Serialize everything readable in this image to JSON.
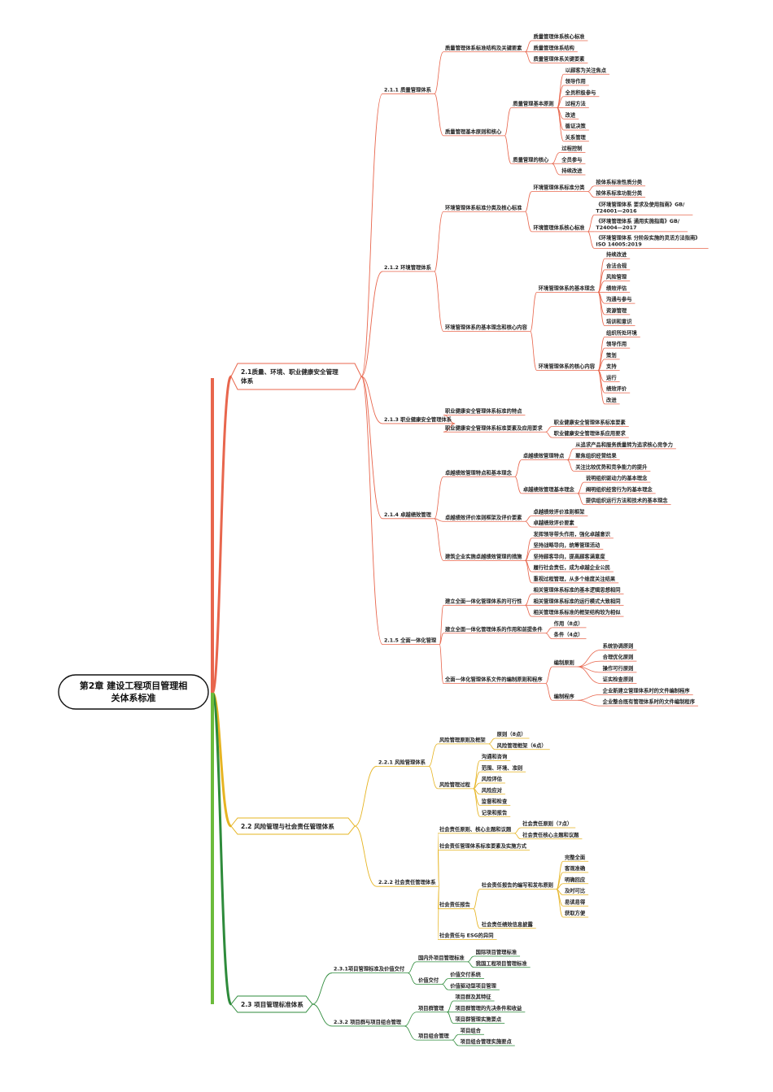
{
  "root": {
    "line1": "第2章  建设工程项目管理相",
    "line2": "关体系标准"
  },
  "colors": {
    "branch1": "#e8664d",
    "branch2": "#e6b422",
    "branch3": "#2e8b3b",
    "trunk_top": "#e8664d",
    "trunk_bottom": "#6cbb3c"
  },
  "branches": [
    {
      "line1": "2.1质量、环境、职业健康安全管理",
      "line2": "体系",
      "subs": [
        {
          "label": "2.1.1  质量管理体系",
          "items": [
            {
              "label": "质量管理体系标准结构及关键要素",
              "children": [
                "质量管理体系核心标准",
                "质量管理体系结构",
                "质量管理体系关键要素"
              ]
            },
            {
              "label": "质量管理基本原则和核心",
              "children": [
                {
                  "label": "质量管理基本原则",
                  "children": [
                    "以顾客为关注焦点",
                    "领导作用",
                    "全员积极参与",
                    "过程方法",
                    "改进",
                    "循证决策",
                    "关系管理"
                  ]
                },
                {
                  "label": "质量管理的核心",
                  "children": [
                    "过程控制",
                    "全员参与",
                    "持续改进"
                  ]
                }
              ]
            }
          ]
        },
        {
          "label": "2.1.2  环境管理体系",
          "items": [
            {
              "label": "环境管理体系标准分类及核心标准",
              "children": [
                {
                  "label": "环境管理体系标准分类",
                  "children": [
                    "按体系标准性质分类",
                    "按体系标准功能分类"
                  ]
                },
                {
                  "label": "环境管理体系核心标准",
                  "children": [
                    {
                      "l1": "《环境管理体系  要求及使用指南》GB/",
                      "l2": "T24001—2016"
                    },
                    {
                      "l1": "《环境管理体系  通用实施指南》GB/",
                      "l2": "T24004—2017"
                    },
                    {
                      "l1": "《环境管理体系  分阶段实施的灵活方法指南》",
                      "l2": "ISO 14005:2019"
                    }
                  ]
                }
              ]
            },
            {
              "label": "环境管理体系的基本理念和核心内容",
              "children": [
                {
                  "label": "环境管理体系的基本理念",
                  "children": [
                    "持续改进",
                    "合法合规",
                    "风险管理",
                    "绩效评估",
                    "沟通与参与",
                    "资源管理",
                    "培训和意识"
                  ]
                },
                {
                  "label": "环境管理体系的核心内容",
                  "children": [
                    "组织所处环境",
                    "领导作用",
                    "策划",
                    "支持",
                    "运行",
                    "绩效评价",
                    "改进"
                  ]
                }
              ]
            }
          ]
        },
        {
          "label": "2.1.3  职业健康安全管理体系",
          "items": [
            {
              "label": "职业健康安全管理体系标准的特点",
              "children": []
            },
            {
              "label": "职业健康安全管理体系标准要素及应用要求",
              "children": [
                "职业健康安全管理体系标准要素",
                "职业健康安全管理体系应用要求"
              ]
            }
          ]
        },
        {
          "label": "2.1.4  卓越绩效管理",
          "items": [
            {
              "label": "卓越绩效管理特点和基本理念",
              "children": [
                {
                  "label": "卓越绩效管理特点",
                  "children": [
                    "从追求产品和服务质量转为追求核心竞争力",
                    "聚焦组织经营结果",
                    "关注比较优势和竞争能力的提升"
                  ]
                },
                {
                  "label": "卓越绩效管理基本理念",
                  "children": [
                    "说明组织驱动力的基本理念",
                    "阐明组织经营行为的基本理念",
                    "提供组织运行方法和技术的基本理念"
                  ]
                }
              ]
            },
            {
              "label": "卓越绩效评价准则框架及评价要素",
              "children": [
                "卓越绩效评价准则框架",
                "卓越绩效评价要素"
              ]
            },
            {
              "label": "建筑企业实施卓越绩效管理的措施",
              "children": [
                "发挥领导带头作用，强化卓越意识",
                "坚持战略导向，统筹管理活动",
                "坚持顾客导向，提高顾客满意度",
                "履行社会责任，成为卓越企业公民",
                "重视过程管理，从多个维度关注结果"
              ]
            }
          ]
        },
        {
          "label": "2.1.5  全面一体化管理",
          "items": [
            {
              "label": "建立全面一体化管理体系的可行性",
              "children": [
                "相关管理体系标准的基本逻辑思想相同",
                "相关管理体系标准的运行模式大致相同",
                "相关管理体系标准的框架结构较为相似"
              ]
            },
            {
              "label": "建立全面一体化管理体系的作用和前提条件",
              "children": [
                "作用（8点）",
                "条件（4点）"
              ]
            },
            {
              "label": "全面一体化管理体系文件的编制原则和程序",
              "children": [
                {
                  "label": "编制原则",
                  "children": [
                    "系统协调原则",
                    "合理优化原则",
                    "操作可行原则",
                    "证实检查原则"
                  ]
                },
                {
                  "label": "编制程序",
                  "children": [
                    "企业新建立管理体系时的文件编制程序",
                    "企业整合既有管理体系时的文件编制程序"
                  ]
                }
              ]
            }
          ]
        }
      ]
    },
    {
      "line1": "2.2 风险管理与社会责任管理体系",
      "subs": [
        {
          "label": "2.2.1  风险管理体系",
          "items": [
            {
              "label": "风险管理原则及框架",
              "children": [
                "原则（8点）",
                "风险管理框架（6点）"
              ]
            },
            {
              "label": "风险管理过程",
              "children": [
                "沟通和咨询",
                "范围、环境、准则",
                "风险评估",
                "风险应对",
                "监督和检查",
                "记录和报告"
              ]
            }
          ]
        },
        {
          "label": "2.2.2  社会责任管理体系",
          "items": [
            {
              "label": "社会责任原则、核心主题和议题",
              "children": [
                "社会责任原则（7点）",
                "社会责任核心主题和议题"
              ]
            },
            {
              "label": "社会责任管理体系标准要素及实施方式",
              "children": []
            },
            {
              "label": "社会责任报告",
              "children": [
                {
                  "label": "社会责任报告的编写和发布原则",
                  "children": [
                    "完整全面",
                    "客观准确",
                    "明确回应",
                    "及时可比",
                    "易读易得",
                    "获取方便"
                  ]
                },
                {
                  "label": "社会责任绩效信息披露",
                  "children": []
                }
              ]
            },
            {
              "label": "社会责任与  ESG的异同",
              "children": []
            }
          ]
        }
      ]
    },
    {
      "line1": "2.3 项目管理标准体系",
      "subs": [
        {
          "label": "2.3.1项目管理标准及价值交付",
          "items": [
            {
              "label": "国内外项目管理标准",
              "children": [
                "国际项目管理标准",
                "我国工程项目管理标准"
              ]
            },
            {
              "label": "价值交付",
              "children": [
                "价值交付系统",
                "价值驱动型项目管理"
              ]
            }
          ]
        },
        {
          "label": "2.3.2  项目群与项目组合管理",
          "items": [
            {
              "label": "项目群管理",
              "children": [
                "项目群及其特征",
                "项目群管理的先决条件和收益",
                "项目群管理实施要点"
              ]
            },
            {
              "label": "项目组合管理",
              "children": [
                "项目组合",
                "项目组合管理实施要点"
              ]
            }
          ]
        }
      ]
    }
  ]
}
